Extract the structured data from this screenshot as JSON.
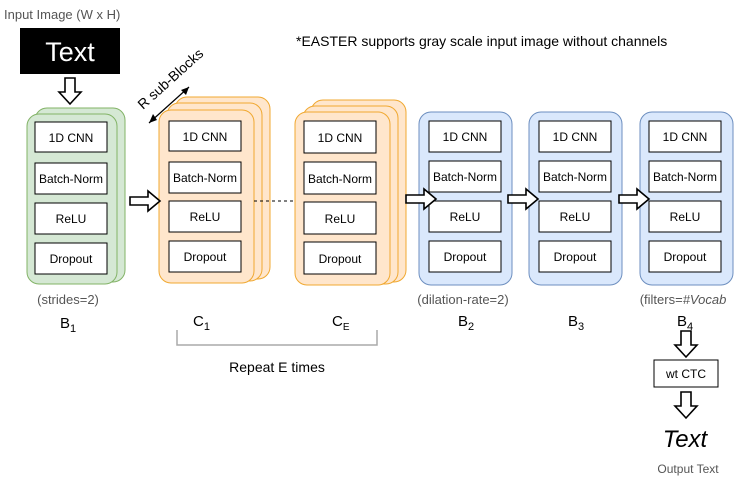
{
  "labels": {
    "input_image": "Input Image (W x H)",
    "input_text": "Text",
    "note": "*EASTER supports gray scale input image without channels",
    "r_sub_blocks": "R sub-Blocks",
    "repeat": "Repeat E times",
    "ctc": "wt CTC",
    "output_text": "Text",
    "output_caption": "Output Text"
  },
  "layer_labels": {
    "cnn": "1D CNN",
    "bn": "Batch-Norm",
    "relu": "ReLU",
    "dropout": "Dropout"
  },
  "blocks": {
    "b1": {
      "caption": "(strides=2)",
      "name": "B",
      "sub": "1"
    },
    "c1": {
      "name": "C",
      "sub": "1"
    },
    "ce": {
      "name": "C",
      "sub": "E"
    },
    "b2": {
      "caption": "(dilation-rate=2)",
      "name": "B",
      "sub": "2"
    },
    "b3": {
      "name": "B",
      "sub": "3"
    },
    "b4": {
      "caption_prefix": "(filters=",
      "caption_italic": "#Vocab",
      "name": "B",
      "sub": "4"
    }
  },
  "colors": {
    "green_fill": "#d5e8d4",
    "green_stroke": "#82b366",
    "orange_fill": "#ffe6cc",
    "orange_stroke": "#f0a830",
    "blue_fill": "#dae8fc",
    "blue_stroke": "#6c8ebf",
    "caption_gray": "#555555"
  }
}
